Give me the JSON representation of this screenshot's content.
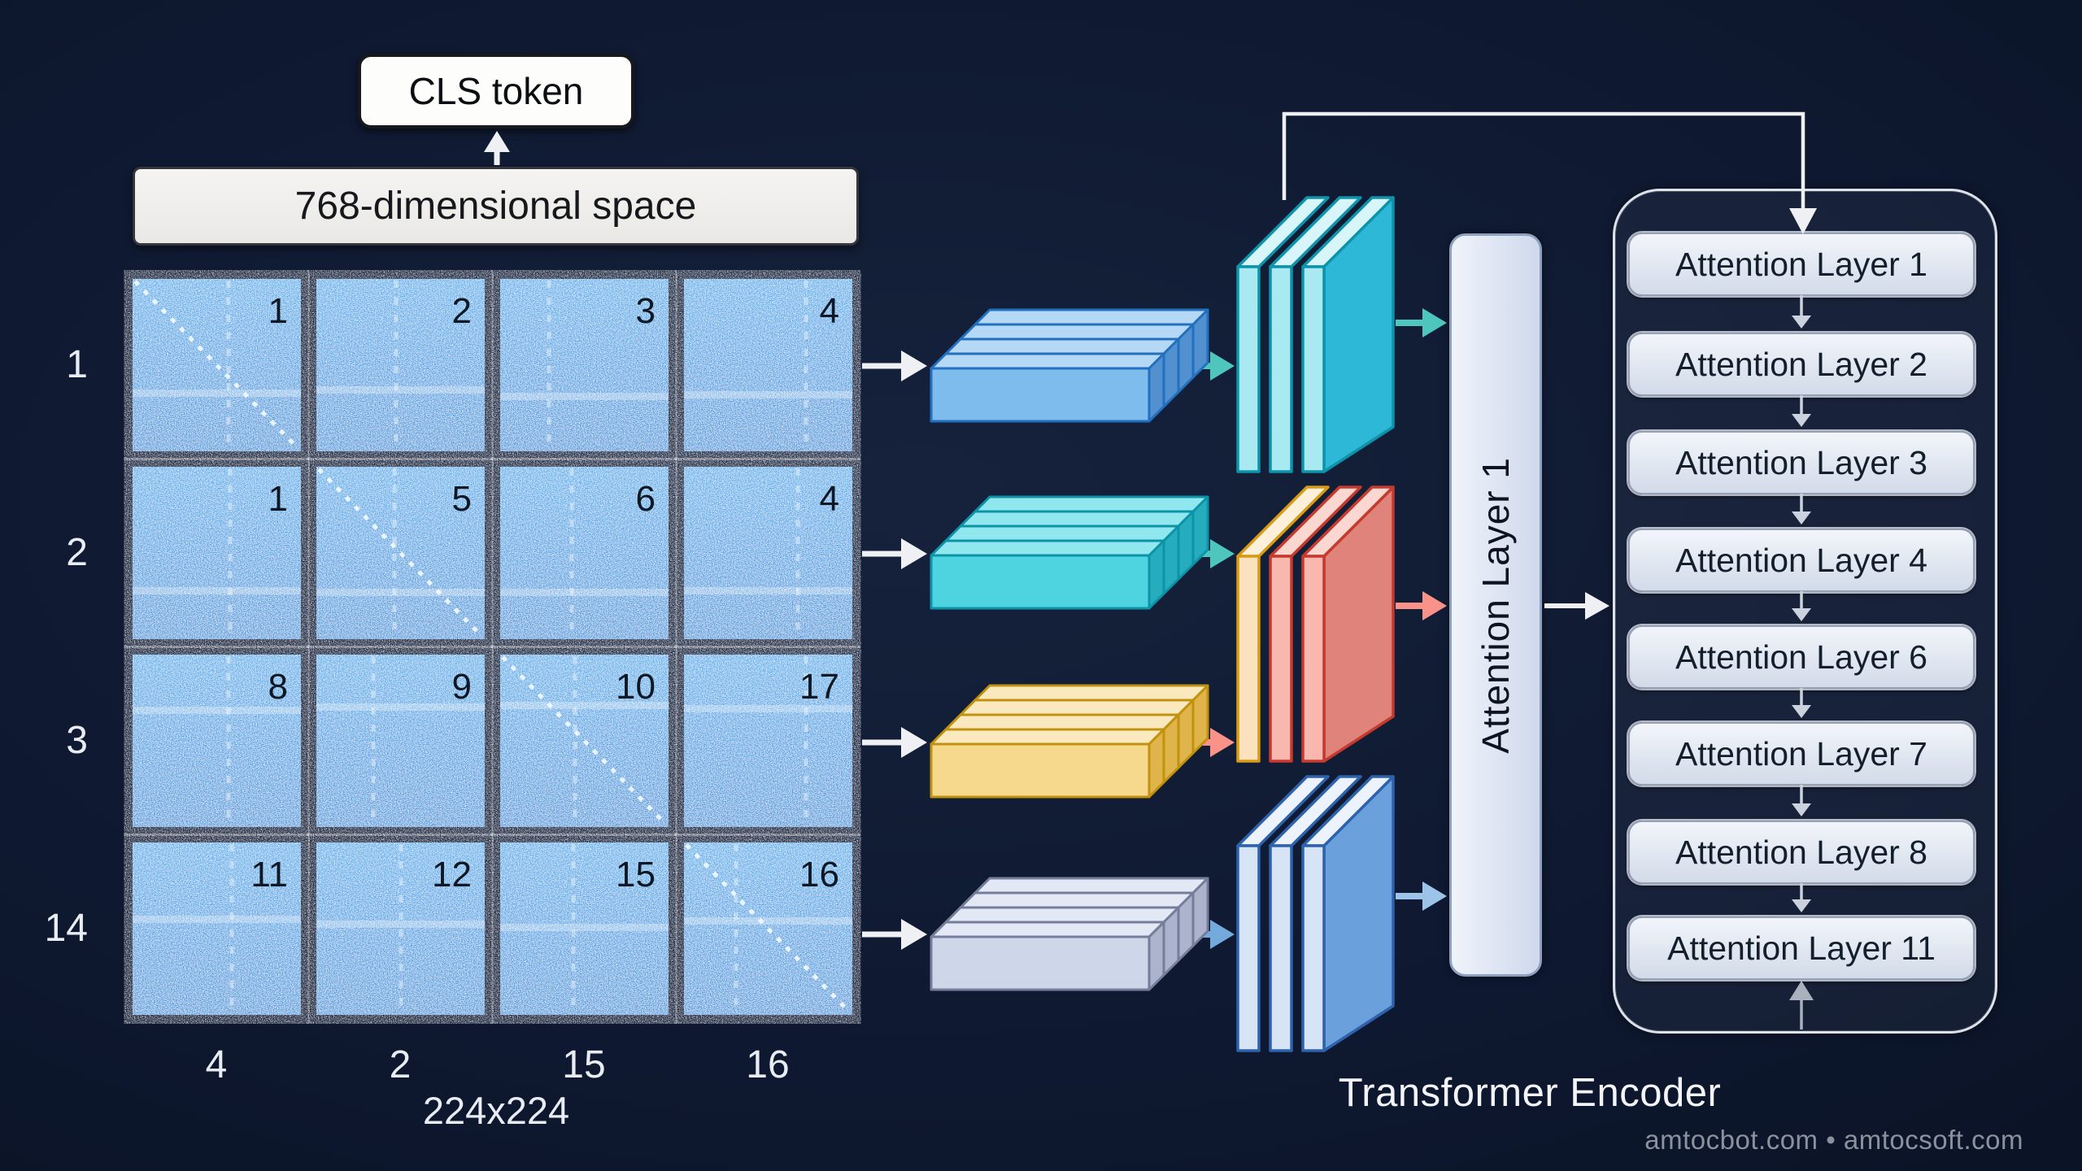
{
  "cls_box": {
    "label": "CLS token"
  },
  "embedding_box": {
    "label": "768-dimensional space"
  },
  "patch_grid": {
    "row_labels": [
      "1",
      "2",
      "3",
      "14"
    ],
    "col_labels": [
      "4",
      "2",
      "15",
      "16"
    ],
    "patch_numbers": [
      [
        "1",
        "2",
        "3",
        "4"
      ],
      [
        "1",
        "5",
        "6",
        "4"
      ],
      [
        "8",
        "9",
        "10",
        "17"
      ],
      [
        "11",
        "12",
        "15",
        "16"
      ]
    ],
    "image_size_label": "224x224",
    "patch_color": "#3f9fe4"
  },
  "encoder": {
    "title": "Transformer Encoder",
    "attention_column_label": "Attention Layer 1",
    "layers": [
      "Attention Layer 1",
      "Attention Layer 2",
      "Attention Layer 3",
      "Attention Layer 4",
      "Attention Layer 6",
      "Attention Layer 7",
      "Attention Layer 8",
      "Attention Layer 11"
    ]
  },
  "footer": {
    "text": "amtocbot.com  •  amtocsoft.com"
  },
  "colors": {
    "white_arrow": "#eef0f3",
    "teal_arrow": "#4ec6bd",
    "salmon_arrow": "#f9938a",
    "steel_arrow": "#74a9db",
    "lightblue_arrow": "#9cc3e8",
    "pill_connector": "#ccd2dd",
    "box_blue": {
      "front": "#7fbcee",
      "top": "#b5d8f5",
      "end": "#5290cf",
      "stroke": "#2270c0"
    },
    "box_teal": {
      "front": "#4ed4e0",
      "top": "#90e8ee",
      "end": "#25acbd",
      "stroke": "#0d93a8"
    },
    "box_yellow": {
      "front": "#f7d98e",
      "top": "#fae9bf",
      "end": "#dfb44a",
      "stroke": "#c2920f"
    },
    "box_lavender": {
      "front": "#ced6ea",
      "top": "#e3e8f5",
      "end": "#abb3cd",
      "stroke": "#767d9b"
    },
    "stack_cyan": {
      "plate": "#a9e9f2",
      "top": "#d8f6fa",
      "side": "#2cb8d6",
      "stroke": "#0e93aa"
    },
    "stack_red": {
      "plate": "#f8b7af",
      "top": "#fbd7d1",
      "side": "#e0837b",
      "stroke": "#c53a2e",
      "first": "#fbe1bd",
      "firstTop": "#fdf0da",
      "firstStroke": "#d89b16"
    },
    "stack_blue": {
      "plate": "#d7e4f6",
      "top": "#edf3fc",
      "side": "#6aa0dc",
      "stroke": "#2e62ab"
    }
  }
}
